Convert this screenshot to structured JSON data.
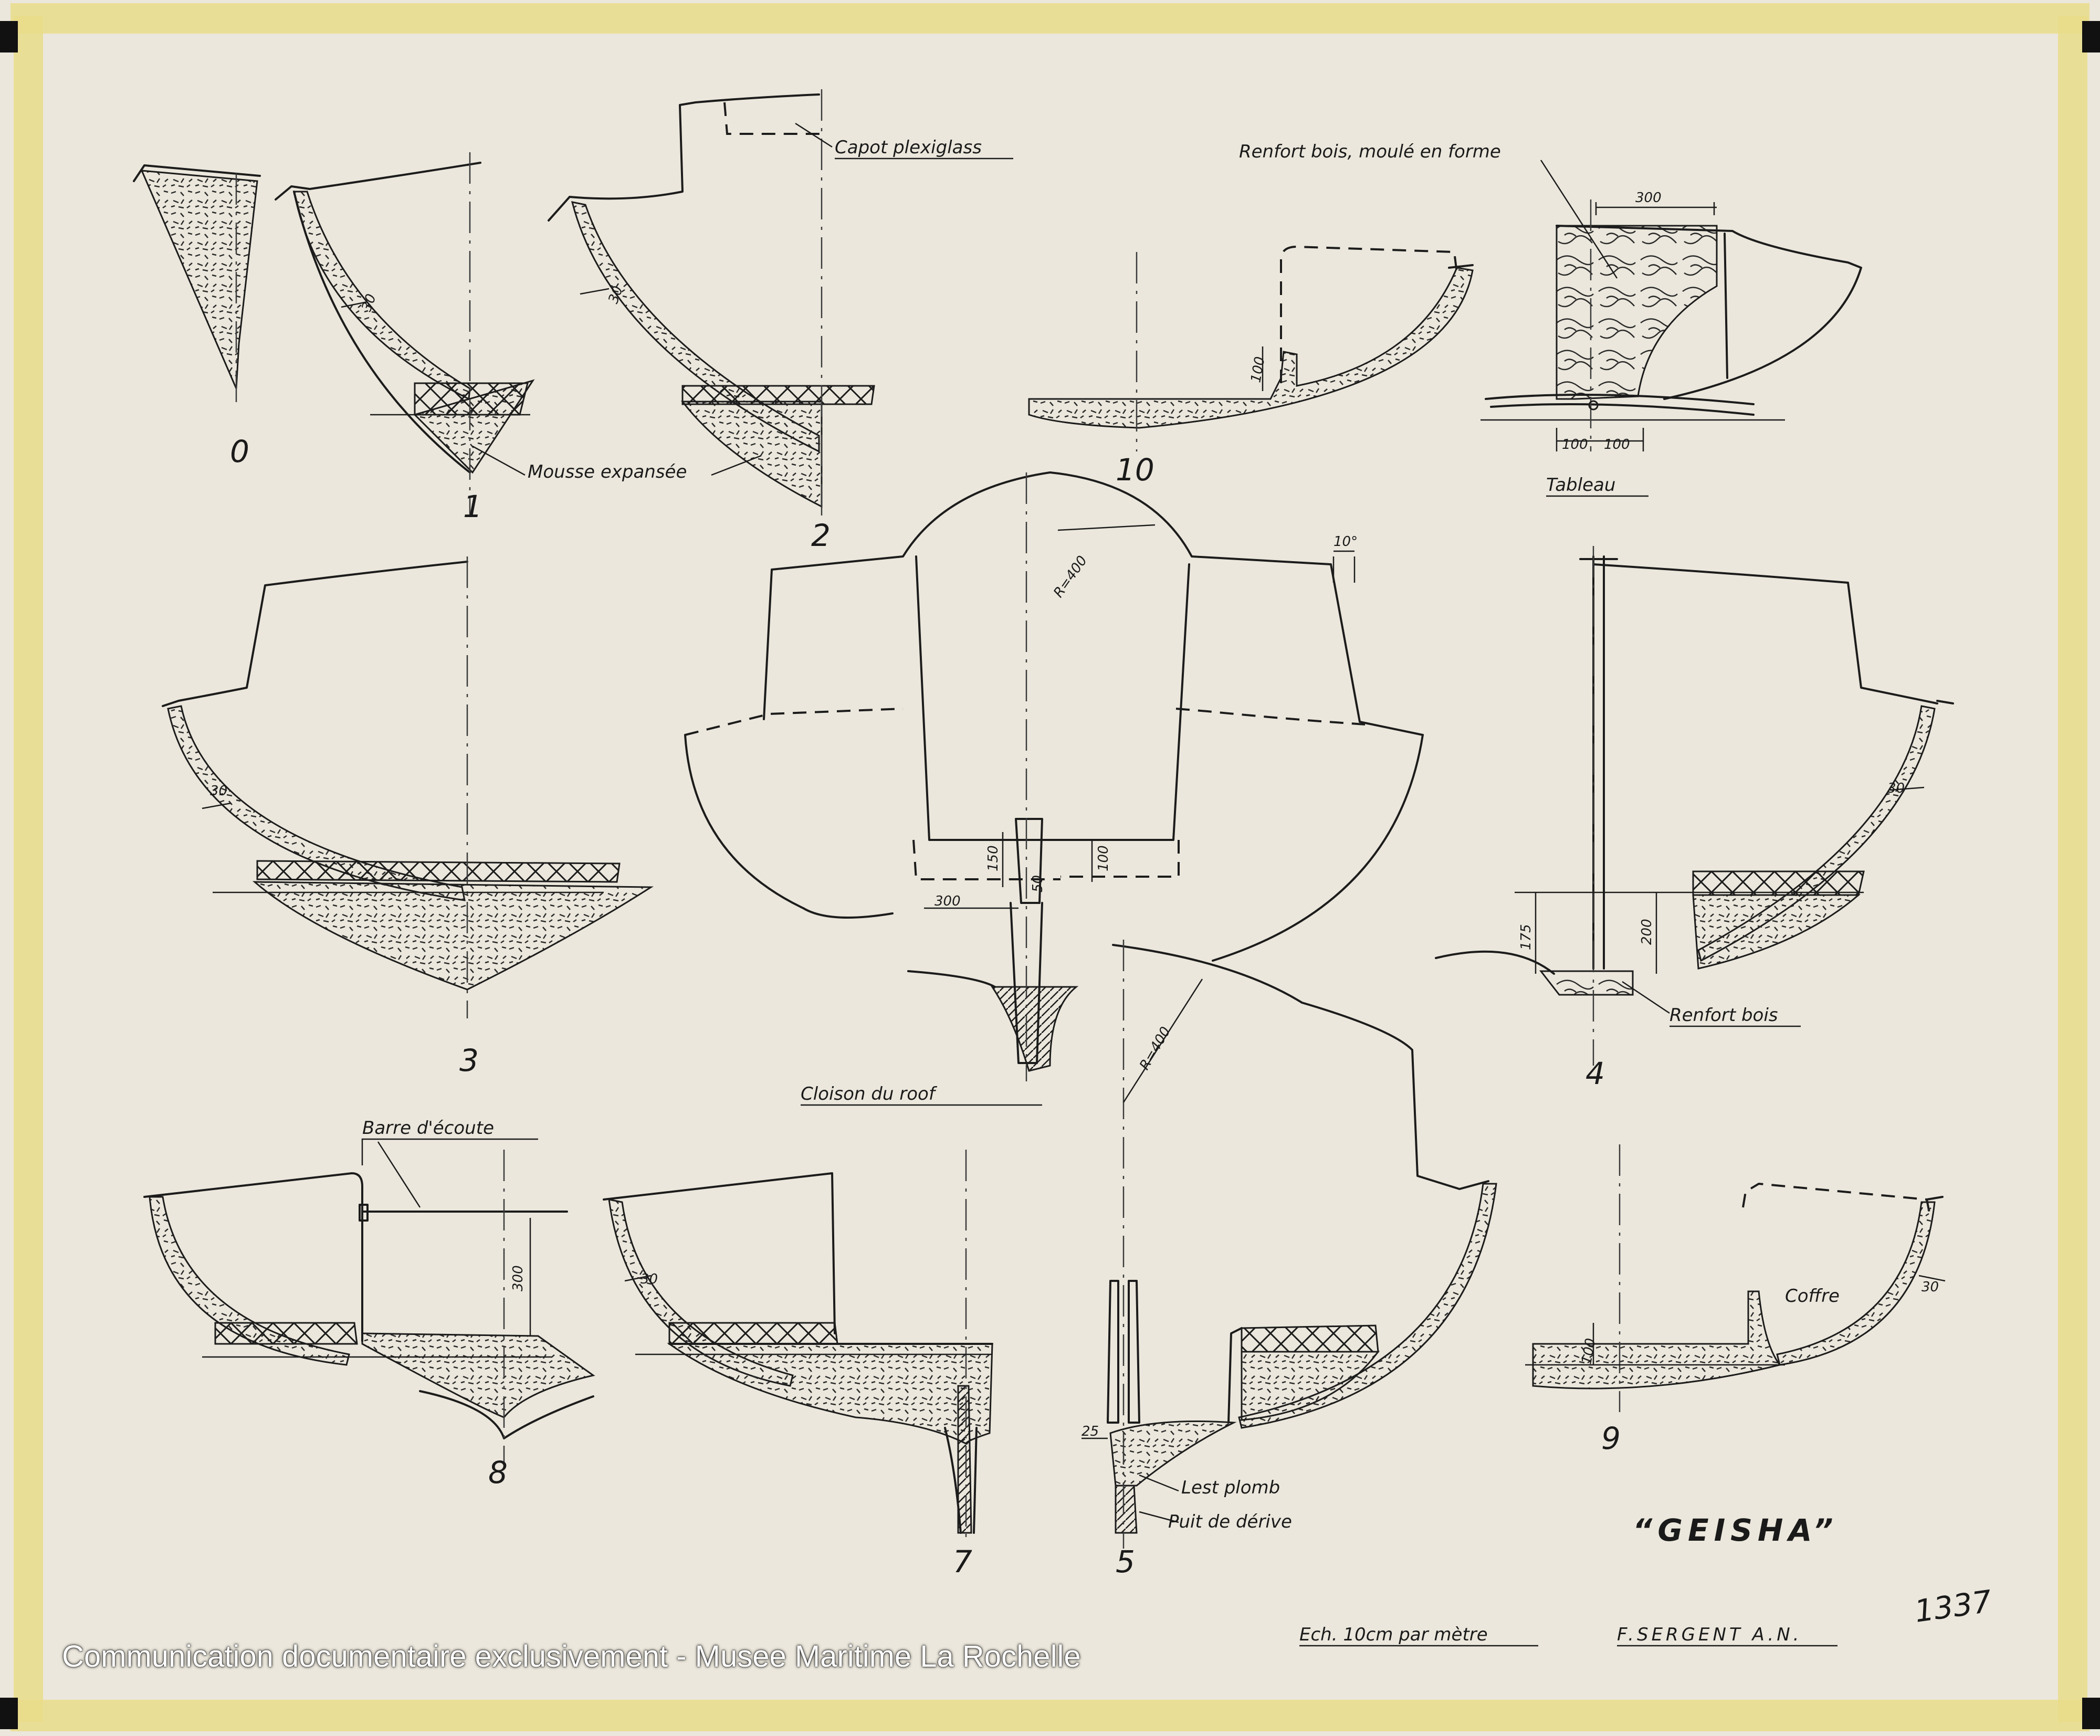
{
  "sections": {
    "s0": "0",
    "s1": "1",
    "s2": "2",
    "s3": "3",
    "s4": "4",
    "s5": "5",
    "s7": "7",
    "s8": "8",
    "s9": "9",
    "s10": "10"
  },
  "labels": {
    "capot": "Capot plexiglass",
    "renfort_moule": "Renfort bois, moulé en forme",
    "mousse": "Mousse expansée",
    "tableau": "Tableau",
    "cloison": "Cloison du roof",
    "renfort_bois": "Renfort bois",
    "barre": "Barre d'écoute",
    "coffre": "Coffre",
    "lest": "Lest plomb",
    "puit": "Puit de dérive"
  },
  "dimensions": {
    "d30": "30",
    "d300": "300",
    "d100": "100",
    "d100b": "100",
    "d100c": "100",
    "d150": "150",
    "d50": "50",
    "d175": "175",
    "d200": "200",
    "d25": "25",
    "d10deg": "10°",
    "r400": "R=400"
  },
  "title_block": {
    "boat_name": "“GEISHA”",
    "scale": "Ech. 10cm par mètre",
    "architect": "F.SERGENT A.N.",
    "plan_number": "1337"
  },
  "watermark": "Communication documentaire exclusivement - Musee Maritime La Rochelle",
  "colors": {
    "paper": "#ebe7dc",
    "tape": "#e9dc8a",
    "ink": "#1c1c1c"
  }
}
